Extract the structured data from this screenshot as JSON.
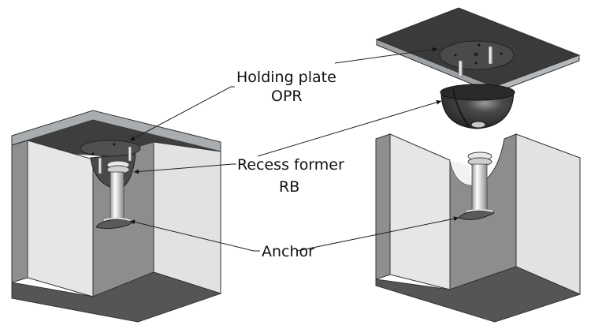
{
  "labels": {
    "holding_plate": {
      "line1": "Holding plate",
      "line2": "OPR"
    },
    "recess_former": {
      "line1": "Recess former",
      "line2": "RB"
    },
    "anchor": {
      "line1": "Anchor"
    }
  },
  "colors": {
    "slab_dark": "#3a3a3a",
    "slab_edge": "#a8adb0",
    "wall_light": "#e4e4e4",
    "wall_mid": "#8f8f8f",
    "floor_dark": "#555555",
    "metal": "#d8d8d8"
  }
}
